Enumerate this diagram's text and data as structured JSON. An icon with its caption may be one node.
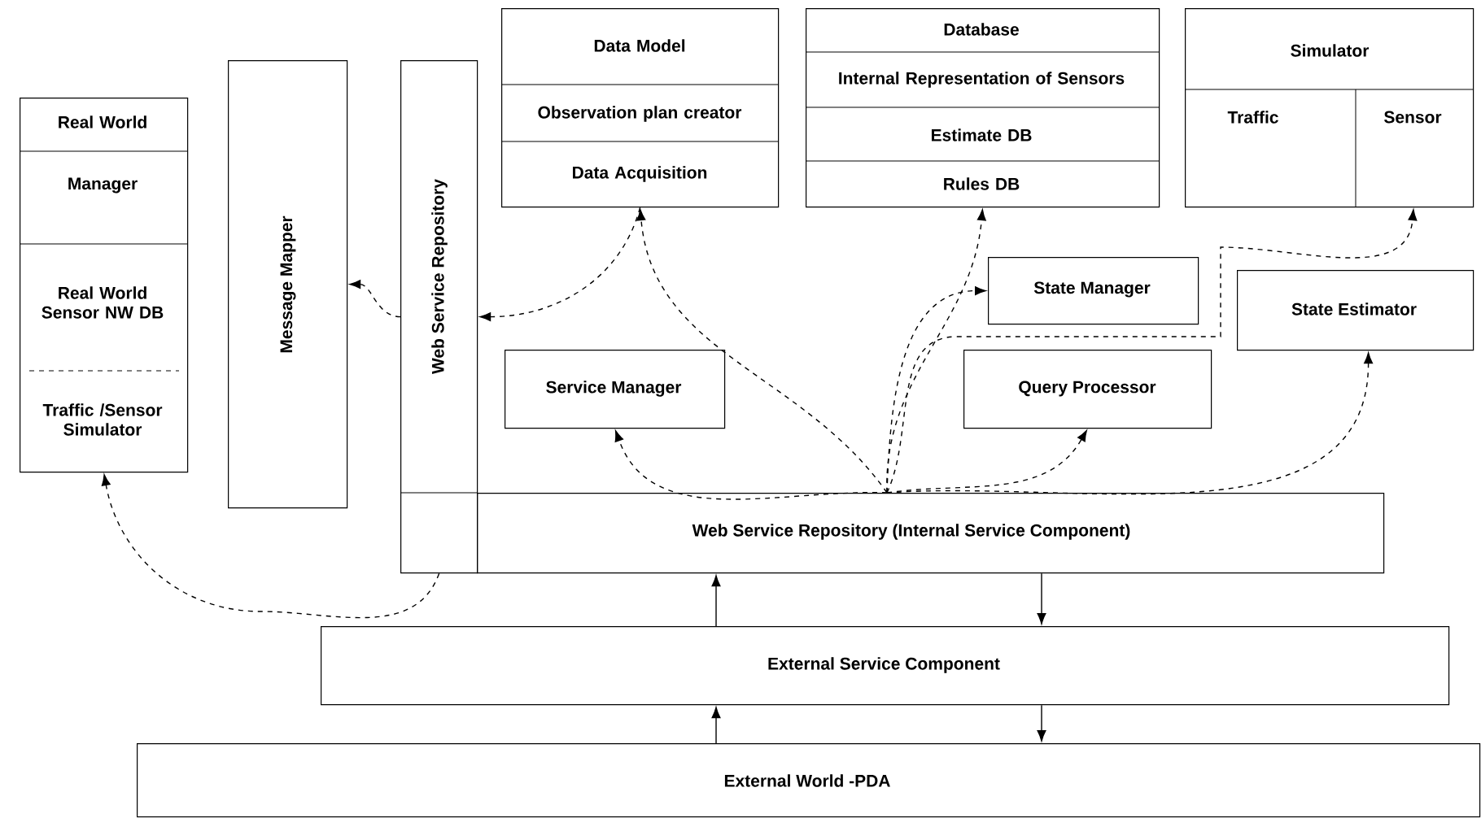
{
  "diagram": {
    "nodes": [
      {
        "text": [
          "Real World",
          "Manager",
          "Real World Sensor NW DB",
          "Traffic /Sensor Simulator"
        ]
      },
      {
        "text": [
          "Message Mapper"
        ]
      },
      {
        "text": [
          "Web Service Repository"
        ]
      },
      {
        "text": [
          "Data Model",
          "Observation plan creator",
          "Data Acquisition"
        ]
      },
      {
        "text": [
          "Database",
          "Internal Representation of Sensors",
          "Estimate DB",
          "Rules DB"
        ]
      },
      {
        "text": [
          "Simulator",
          "Traffic",
          "Sensor"
        ]
      },
      {
        "text": [
          "State Manager"
        ]
      },
      {
        "text": [
          "State Estimator"
        ]
      },
      {
        "text": [
          "Service Manager"
        ]
      },
      {
        "text": [
          "Query Processor"
        ]
      },
      {
        "text": [
          "Web Service Repository (Internal Service Component)"
        ]
      },
      {
        "text": [
          "External Service Component"
        ]
      },
      {
        "text": [
          "External World -PDA"
        ]
      }
    ],
    "edges": [
      {
        "from": 10,
        "to": 8,
        "arrow": "to",
        "style": "dashed"
      },
      {
        "from": 10,
        "to": 3,
        "arrow": "to",
        "style": "dashed"
      },
      {
        "from": 10,
        "to": 4,
        "arrow": "to",
        "style": "dashed"
      },
      {
        "from": 10,
        "to": 6,
        "arrow": "to",
        "style": "dashed"
      },
      {
        "from": 10,
        "to": 9,
        "arrow": "to",
        "style": "dashed"
      },
      {
        "from": 10,
        "to": 7,
        "arrow": "to",
        "style": "dashed"
      },
      {
        "from": 10,
        "to": 5,
        "arrow": "to",
        "style": "dashed"
      },
      {
        "from": 3,
        "to": 2,
        "arrow": "to",
        "style": "dashed"
      },
      {
        "from": 2,
        "to": 1,
        "arrow": "to",
        "style": "dashed"
      },
      {
        "from": 2,
        "to": 0,
        "arrow": "to",
        "style": "dashed"
      },
      {
        "from": 11,
        "to": 10,
        "arrow": "to"
      },
      {
        "from": 10,
        "to": 11,
        "arrow": "to"
      },
      {
        "from": 12,
        "to": 11,
        "arrow": "to"
      },
      {
        "from": 11,
        "to": 12,
        "arrow": "to"
      }
    ]
  }
}
